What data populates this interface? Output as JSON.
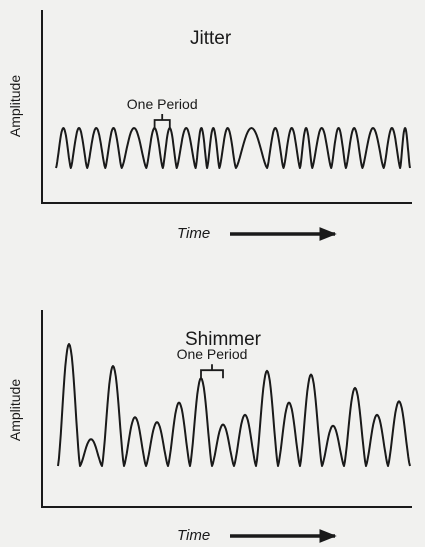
{
  "panels": [
    {
      "id": "jitter",
      "title": "Jitter",
      "ylabel": "Amplitude",
      "xlabel": "Time",
      "annotation": "One Period",
      "description": "Constant amplitude waveform whose period length varies cycle to cycle",
      "cycle_periods": [
        0.9,
        1.0,
        1.1,
        1.0,
        1.5,
        1.0,
        0.85,
        1.15,
        0.7,
        0.75,
        1.0,
        1.9,
        1.0,
        1.0,
        0.75,
        1.15,
        0.9,
        1.0,
        1.3,
        1.0,
        0.6
      ],
      "cycle_peaks": [
        1,
        1,
        1,
        1,
        1,
        1,
        1,
        1,
        1,
        1,
        1,
        1,
        1,
        1,
        1,
        1,
        1,
        1,
        1,
        1,
        1
      ],
      "annotated_cycle_index": 5
    },
    {
      "id": "shimmer",
      "title": "Shimmer",
      "ylabel": "Amplitude",
      "xlabel": "Time",
      "annotation": "One Period",
      "description": "Constant period waveform whose peak amplitude varies cycle to cycle",
      "cycle_periods": [
        1,
        1,
        1,
        1,
        1,
        1,
        1,
        1,
        1,
        1,
        1,
        1,
        1,
        1,
        1,
        1
      ],
      "cycle_peaks": [
        1.0,
        0.22,
        0.82,
        0.4,
        0.36,
        0.52,
        0.72,
        0.34,
        0.42,
        0.78,
        0.52,
        0.75,
        0.33,
        0.64,
        0.42,
        0.53
      ],
      "annotated_cycle_index": 6
    }
  ]
}
